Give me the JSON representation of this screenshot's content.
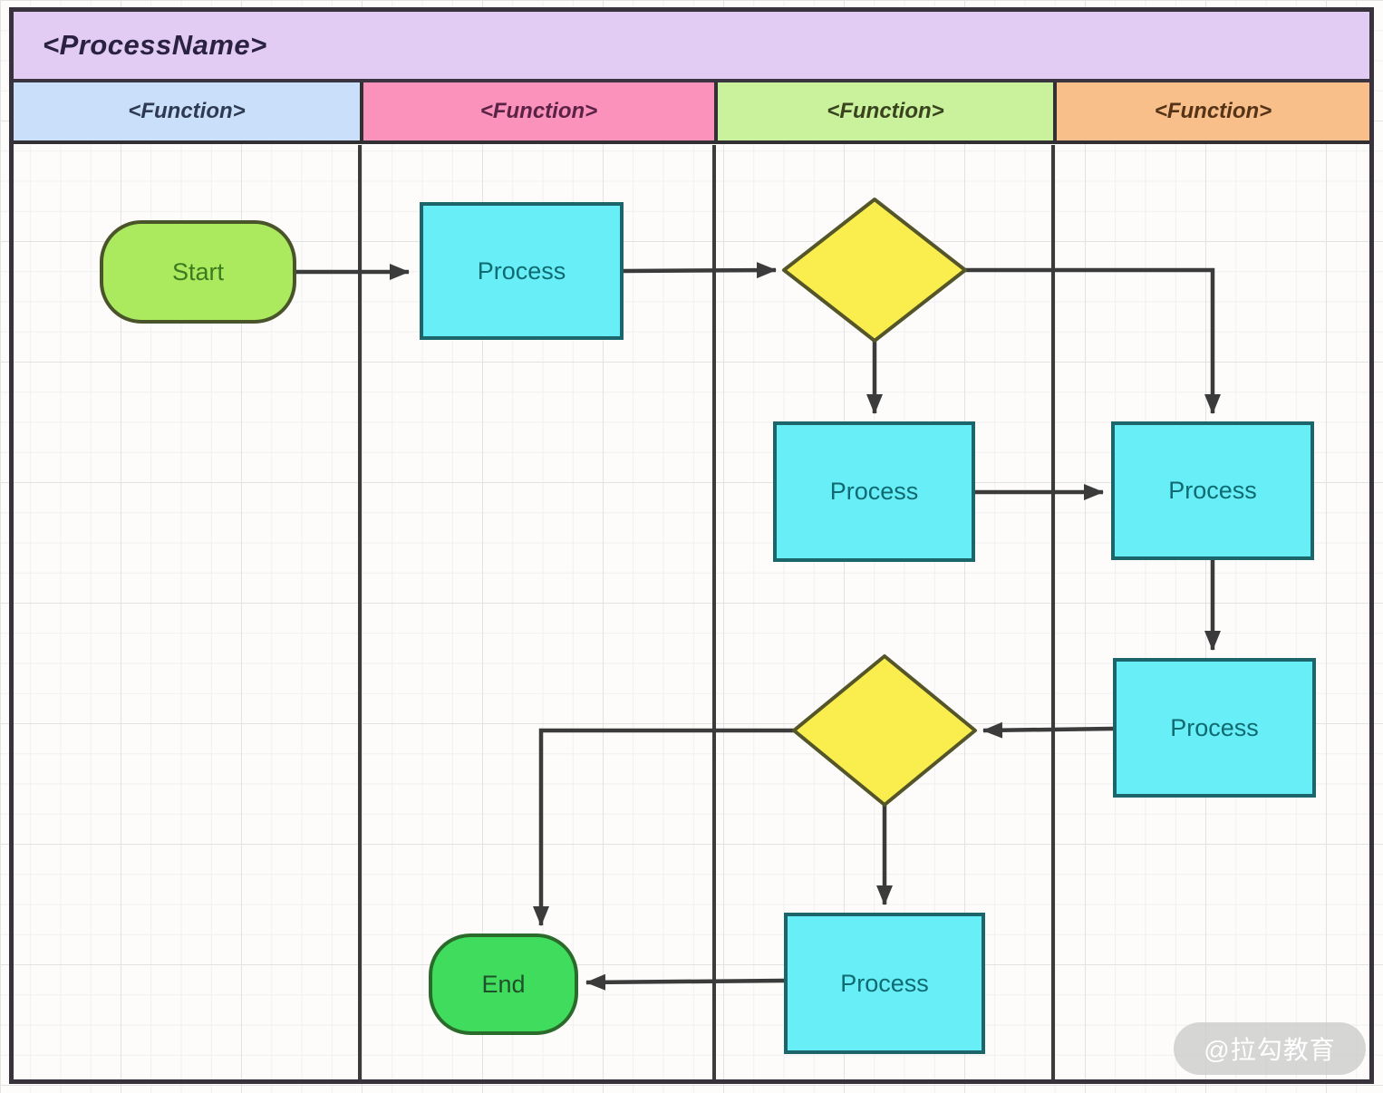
{
  "diagram": {
    "title": "<ProcessName>",
    "lanes": [
      {
        "label": "<Function>",
        "color": "#cadffa",
        "text_color": "#2e3a52"
      },
      {
        "label": "<Function>",
        "color": "#fb92bc",
        "text_color": "#5a2345"
      },
      {
        "label": "<Function>",
        "color": "#caf29c",
        "text_color": "#3a431f"
      },
      {
        "label": "<Function>",
        "color": "#f8bf8b",
        "text_color": "#553317"
      }
    ],
    "nodes": [
      {
        "id": "start",
        "type": "terminator",
        "label": "Start",
        "fill": "#abe95f",
        "border": "#49542a",
        "text": "#3b7a1e"
      },
      {
        "id": "p1",
        "type": "process",
        "label": "Process",
        "fill": "#67eef6",
        "border": "#1c656b",
        "text": "#0f6b71"
      },
      {
        "id": "d1",
        "type": "decision",
        "label": "",
        "fill": "#f9ee4e",
        "border": "#55552a",
        "text": "#3b3b3b"
      },
      {
        "id": "p2",
        "type": "process",
        "label": "Process",
        "fill": "#67eef6",
        "border": "#1c656b",
        "text": "#0f6b71"
      },
      {
        "id": "p3",
        "type": "process",
        "label": "Process",
        "fill": "#67eef6",
        "border": "#1c656b",
        "text": "#0f6b71"
      },
      {
        "id": "p4",
        "type": "process",
        "label": "Process",
        "fill": "#67eef6",
        "border": "#1c656b",
        "text": "#0f6b71"
      },
      {
        "id": "d2",
        "type": "decision",
        "label": "",
        "fill": "#f9ee4e",
        "border": "#55552a",
        "text": "#3b3b3b"
      },
      {
        "id": "p5",
        "type": "process",
        "label": "Process",
        "fill": "#67eef6",
        "border": "#1c656b",
        "text": "#0f6b71"
      },
      {
        "id": "end",
        "type": "terminator",
        "label": "End",
        "fill": "#3fdc5d",
        "border": "#2a6b2c",
        "text": "#1f5129"
      }
    ],
    "watermark": "@拉勾教育",
    "colors": {
      "title_bg": "#e3ccf3",
      "frame_border": "#38323c",
      "arrow": "#3b3b3b",
      "grid_line": "#e8e8e8"
    }
  }
}
